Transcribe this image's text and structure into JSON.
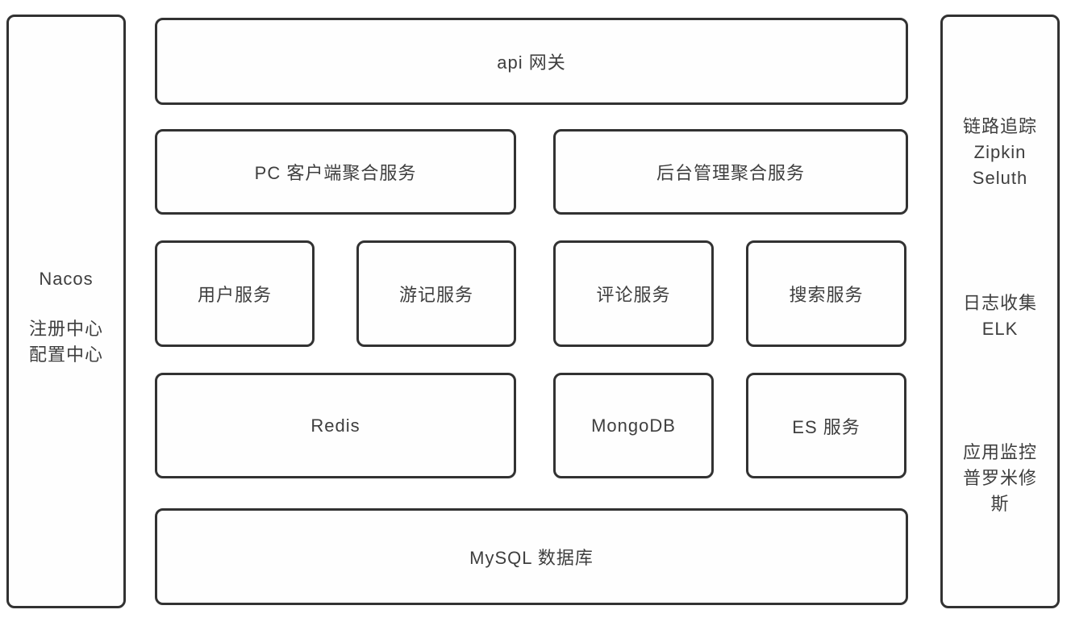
{
  "diagram": {
    "left_panel": {
      "title": "Nacos",
      "line1": "注册中心",
      "line2": "配置中心"
    },
    "gateway_label": "api 网关",
    "aggregation": {
      "pc": "PC 客户端聚合服务",
      "admin": "后台管理聚合服务"
    },
    "services": {
      "user": "用户服务",
      "travel": "游记服务",
      "comment": "评论服务",
      "search": "搜索服务"
    },
    "storage": {
      "redis": "Redis",
      "mongodb": "MongoDB",
      "es": "ES 服务"
    },
    "database_label": "MySQL 数据库",
    "right_panel": {
      "tracing": {
        "line1": "链路追踪",
        "line2": "Zipkin",
        "line3": "Seluth"
      },
      "logging": {
        "line1": "日志收集",
        "line2": "ELK"
      },
      "monitoring": {
        "line1": "应用监控",
        "line2": "普罗米修",
        "line3": "斯"
      }
    }
  },
  "colors": {
    "border": "#323232",
    "text": "#3e3e3e",
    "background": "#ffffff"
  }
}
